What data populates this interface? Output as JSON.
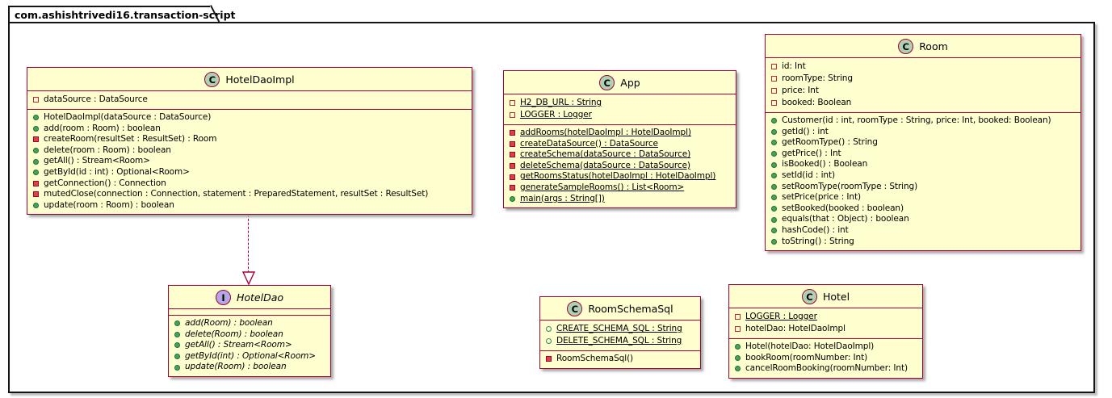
{
  "package": {
    "title": "com.ashishtrivedi16.transaction-script"
  },
  "colors": {
    "box_fill": "#FEFECE",
    "box_border": "#A80036",
    "class_circle_fill": "#ADD1B2",
    "interface_circle_fill": "#B4A7E5",
    "public_icon_green": "#47A25A",
    "private_icon_red": "#D8443E",
    "frame_border": "#141414"
  },
  "classes": [
    {
      "name": "HotelDaoImpl",
      "kind": "class",
      "letter": "C",
      "fields": [
        {
          "icon": "private-field",
          "static": false,
          "abstract": false,
          "text": "dataSource : DataSource"
        }
      ],
      "methods": [
        {
          "icon": "public-method",
          "static": false,
          "abstract": false,
          "text": "HotelDaoImpl(dataSource : DataSource)"
        },
        {
          "icon": "public-method",
          "static": false,
          "abstract": false,
          "text": "add(room : Room) : boolean"
        },
        {
          "icon": "private-method",
          "static": false,
          "abstract": false,
          "text": "createRoom(resultSet : ResultSet) : Room"
        },
        {
          "icon": "public-method",
          "static": false,
          "abstract": false,
          "text": "delete(room : Room) : boolean"
        },
        {
          "icon": "public-method",
          "static": false,
          "abstract": false,
          "text": "getAll() : Stream<Room>"
        },
        {
          "icon": "public-method",
          "static": false,
          "abstract": false,
          "text": "getById(id : int) : Optional<Room>"
        },
        {
          "icon": "private-method",
          "static": false,
          "abstract": false,
          "text": "getConnection() : Connection"
        },
        {
          "icon": "private-method",
          "static": false,
          "abstract": false,
          "text": "mutedClose(connection : Connection, statement : PreparedStatement, resultSet : ResultSet)"
        },
        {
          "icon": "public-method",
          "static": false,
          "abstract": false,
          "text": "update(room : Room) : boolean"
        }
      ]
    },
    {
      "name": "App",
      "kind": "class",
      "letter": "C",
      "fields": [
        {
          "icon": "private-field",
          "static": true,
          "abstract": false,
          "text": "H2_DB_URL : String"
        },
        {
          "icon": "private-field",
          "static": true,
          "abstract": false,
          "text": "LOGGER : Logger"
        }
      ],
      "methods": [
        {
          "icon": "private-method",
          "static": true,
          "abstract": false,
          "text": "addRooms(hotelDaoImpl : HotelDaoImpl)"
        },
        {
          "icon": "private-method",
          "static": true,
          "abstract": false,
          "text": "createDataSource() : DataSource"
        },
        {
          "icon": "private-method",
          "static": true,
          "abstract": false,
          "text": "createSchema(dataSource : DataSource)"
        },
        {
          "icon": "private-method",
          "static": true,
          "abstract": false,
          "text": "deleteSchema(dataSource : DataSource)"
        },
        {
          "icon": "private-method",
          "static": true,
          "abstract": false,
          "text": "getRoomsStatus(hotelDaoImpl : HotelDaoImpl)"
        },
        {
          "icon": "private-method",
          "static": true,
          "abstract": false,
          "text": "generateSampleRooms() : List<Room>"
        },
        {
          "icon": "public-method",
          "static": true,
          "abstract": false,
          "text": "main(args : String[])"
        }
      ]
    },
    {
      "name": "Room",
      "kind": "class",
      "letter": "C",
      "fields": [
        {
          "icon": "private-field",
          "static": false,
          "abstract": false,
          "text": "id: Int"
        },
        {
          "icon": "private-field",
          "static": false,
          "abstract": false,
          "text": "roomType: String"
        },
        {
          "icon": "private-field",
          "static": false,
          "abstract": false,
          "text": "price: Int"
        },
        {
          "icon": "private-field",
          "static": false,
          "abstract": false,
          "text": "booked: Boolean"
        }
      ],
      "methods": [
        {
          "icon": "public-method",
          "static": false,
          "abstract": false,
          "text": "Customer(id : int, roomType : String, price: Int, booked: Boolean)"
        },
        {
          "icon": "public-method",
          "static": false,
          "abstract": false,
          "text": "getId() : int"
        },
        {
          "icon": "public-method",
          "static": false,
          "abstract": false,
          "text": "getRoomType() : String"
        },
        {
          "icon": "public-method",
          "static": false,
          "abstract": false,
          "text": "getPrice() : Int"
        },
        {
          "icon": "public-method",
          "static": false,
          "abstract": false,
          "text": "isBooked() : Boolean"
        },
        {
          "icon": "public-method",
          "static": false,
          "abstract": false,
          "text": "setId(id : int)"
        },
        {
          "icon": "public-method",
          "static": false,
          "abstract": false,
          "text": "setRoomType(roomType : String)"
        },
        {
          "icon": "public-method",
          "static": false,
          "abstract": false,
          "text": "setPrice(price : Int)"
        },
        {
          "icon": "public-method",
          "static": false,
          "abstract": false,
          "text": "setBooked(booked : boolean)"
        },
        {
          "icon": "public-method",
          "static": false,
          "abstract": false,
          "text": "equals(that : Object) : boolean"
        },
        {
          "icon": "public-method",
          "static": false,
          "abstract": false,
          "text": "hashCode() : int"
        },
        {
          "icon": "public-method",
          "static": false,
          "abstract": false,
          "text": "toString() : String"
        }
      ]
    },
    {
      "name": "HotelDao",
      "kind": "interface",
      "letter": "I",
      "fields": [],
      "methods": [
        {
          "icon": "public-method",
          "static": false,
          "abstract": true,
          "text": "add(Room) : boolean"
        },
        {
          "icon": "public-method",
          "static": false,
          "abstract": true,
          "text": "delete(Room) : boolean"
        },
        {
          "icon": "public-method",
          "static": false,
          "abstract": true,
          "text": "getAll() : Stream<Room>"
        },
        {
          "icon": "public-method",
          "static": false,
          "abstract": true,
          "text": "getById(int) : Optional<Room>"
        },
        {
          "icon": "public-method",
          "static": false,
          "abstract": true,
          "text": "update(Room) : boolean"
        }
      ]
    },
    {
      "name": "RoomSchemaSql",
      "kind": "class",
      "letter": "C",
      "fields": [
        {
          "icon": "public-field",
          "static": true,
          "abstract": false,
          "text": "CREATE_SCHEMA_SQL : String"
        },
        {
          "icon": "public-field",
          "static": true,
          "abstract": false,
          "text": "DELETE_SCHEMA_SQL : String"
        }
      ],
      "methods": [
        {
          "icon": "private-method",
          "static": false,
          "abstract": false,
          "text": "RoomSchemaSql()"
        }
      ]
    },
    {
      "name": "Hotel",
      "kind": "class",
      "letter": "C",
      "fields": [
        {
          "icon": "private-field",
          "static": true,
          "abstract": false,
          "text": "LOGGER : Logger"
        },
        {
          "icon": "private-field",
          "static": false,
          "abstract": false,
          "text": "hotelDao: HotelDaoImpl"
        }
      ],
      "methods": [
        {
          "icon": "public-method",
          "static": false,
          "abstract": false,
          "text": "Hotel(hotelDao: HotelDaoImpl)"
        },
        {
          "icon": "public-method",
          "static": false,
          "abstract": false,
          "text": "bookRoom(roomNumber: Int)"
        },
        {
          "icon": "public-method",
          "static": false,
          "abstract": false,
          "text": "cancelRoomBooking(roomNumber: Int)"
        }
      ]
    }
  ],
  "relations": [
    {
      "from": "HotelDaoImpl",
      "to": "HotelDao",
      "type": "realization",
      "line_style": "dashed"
    }
  ]
}
